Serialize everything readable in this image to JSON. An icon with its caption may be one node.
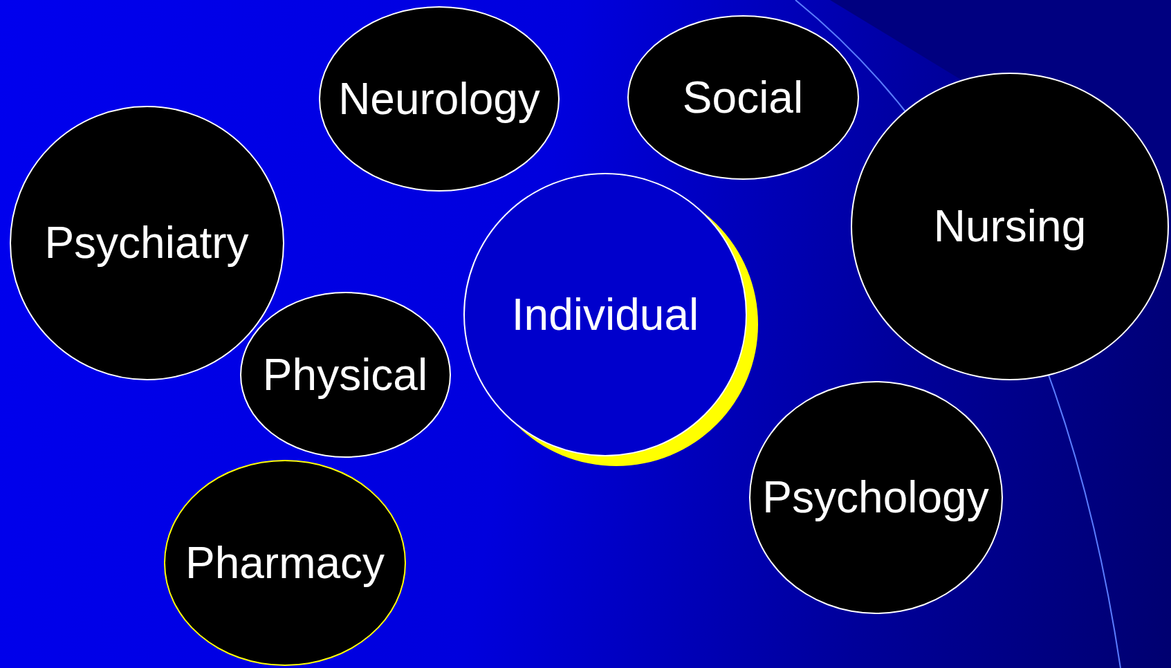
{
  "diagram": {
    "nodes": [
      {
        "text": [
          "Neurology"
        ]
      },
      {
        "text": [
          "Social"
        ]
      },
      {
        "text": [
          "Psychiatry"
        ]
      },
      {
        "text": [
          "Nursing"
        ]
      },
      {
        "text": [
          "Individual"
        ]
      },
      {
        "text": [
          "Physical"
        ]
      },
      {
        "text": [
          "Psychology"
        ]
      },
      {
        "text": [
          "Pharmacy"
        ]
      }
    ]
  }
}
